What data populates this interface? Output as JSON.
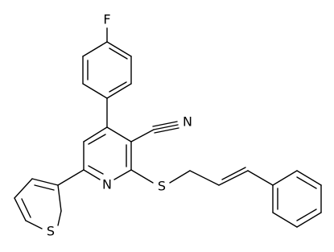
{
  "atom_labels": {
    "fluorine": "F",
    "nitrile_nitrogen": "N",
    "pyridine_nitrogen": "N",
    "thioether_sulfur": "S",
    "thiophene_sulfur": "S"
  },
  "colors": {
    "bond": "#000000",
    "label": "#000000",
    "background": "#ffffff"
  }
}
